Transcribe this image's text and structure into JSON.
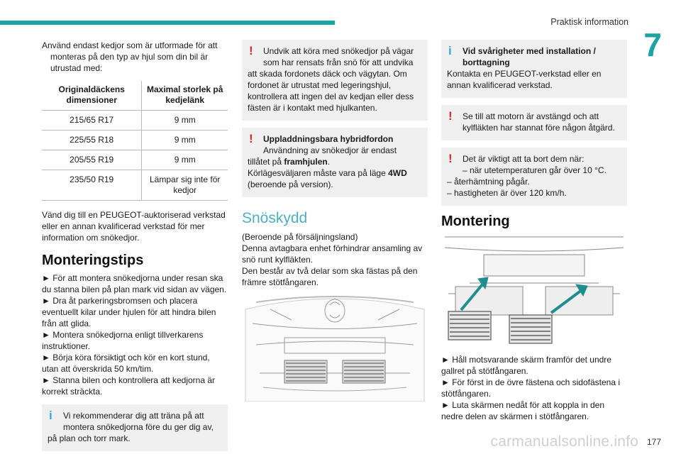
{
  "header": {
    "title": "Praktisk information",
    "chapter": "7",
    "page": "177",
    "watermark": "carmanualsonline.info"
  },
  "col1": {
    "intro": "Använd endast kedjor som är utformade för att monteras på den typ av hjul som din bil är utrustad med:",
    "table": {
      "headers": [
        "Originaldäckens dimensioner",
        "Maximal storlek på kedjelänk"
      ],
      "rows": [
        [
          "215/65 R17",
          "9 mm"
        ],
        [
          "225/55 R18",
          "9 mm"
        ],
        [
          "205/55 R19",
          "9 mm"
        ],
        [
          "235/50 R19",
          "Lämpar sig inte för kedjor"
        ]
      ]
    },
    "after_table": "Vänd dig till en PEUGEOT-auktoriserad verkstad eller en annan kvalificerad verkstad för mer information om snökedjor.",
    "section_title": "Monteringstips",
    "steps": [
      "► För att montera snökedjorna under resan ska du stanna bilen på plan mark vid sidan av vägen.",
      "► Dra åt parkeringsbromsen och placera eventuellt kilar under hjulen för att hindra bilen från att glida.",
      "► Montera snökedjorna enligt tillverkarens instruktioner.",
      "► Börja köra försiktigt och kör en kort stund, utan att överskrida 50 km/tim.",
      "► Stanna bilen och kontrollera att kedjorna är korrekt sträckta."
    ],
    "info_box": {
      "line1": "Vi rekommenderar dig att träna på att montera snökedjorna före du ger dig av,",
      "line2": "på plan och torr mark."
    }
  },
  "col2": {
    "warn1": {
      "line1": "Undvik att köra med snökedjor på vägar som har rensats från snö för att undvika",
      "rest": "att skada fordonets däck och vägytan. Om fordonet är utrustat med legeringshjul, kontrollera att ingen del av kedjan eller dess fästen är i kontakt med hjulkanten."
    },
    "warn2": {
      "title": "Uppladdningsbara hybridfordon",
      "line1": "Användning av snökedjor är endast",
      "line2_pre": "tillåtet på ",
      "line2_bold": "framhjulen",
      "line2_post": ".",
      "line3_pre": "Körlägesväljaren måste vara på läge ",
      "line3_bold": "4WD",
      "line4": "(beroende på version)."
    },
    "section_title": "Snöskydd",
    "body": [
      "(Beroende på försäljningsland)",
      "Denna avtagbara enhet förhindrar ansamling av snö runt kylfläkten.",
      "Den består av två delar som ska fästas på den främre stötfångaren."
    ]
  },
  "col3": {
    "info_box": {
      "title": "Vid svårigheter med installation / borttagning",
      "rest": "Kontakta en PEUGEOT-verkstad eller en annan kvalificerad verkstad."
    },
    "warn1": "Se till att motorn är avstängd och att kylfläkten har stannat före någon åtgärd.",
    "warn2": {
      "line1": "Det är viktigt att ta bort dem när:",
      "item1": "– när utetemperaturen går över 10 °C.",
      "item2": "– återhämtning pågår.",
      "item3": "– hastigheten är över 120 km/h."
    },
    "section_title": "Montering",
    "steps": [
      "► Håll motsvarande skärm framför det undre gallret på stötfångaren.",
      "► För först in de övre fästena och sidofästena i stötfångaren.",
      "► Luta skärmen nedåt för att koppla in den nedre delen av skärmen i stötfångaren."
    ]
  },
  "colors": {
    "accent": "#17a5a5",
    "warning": "#e0242a",
    "info": "#33a9d8",
    "box_bg": "#efefef"
  }
}
